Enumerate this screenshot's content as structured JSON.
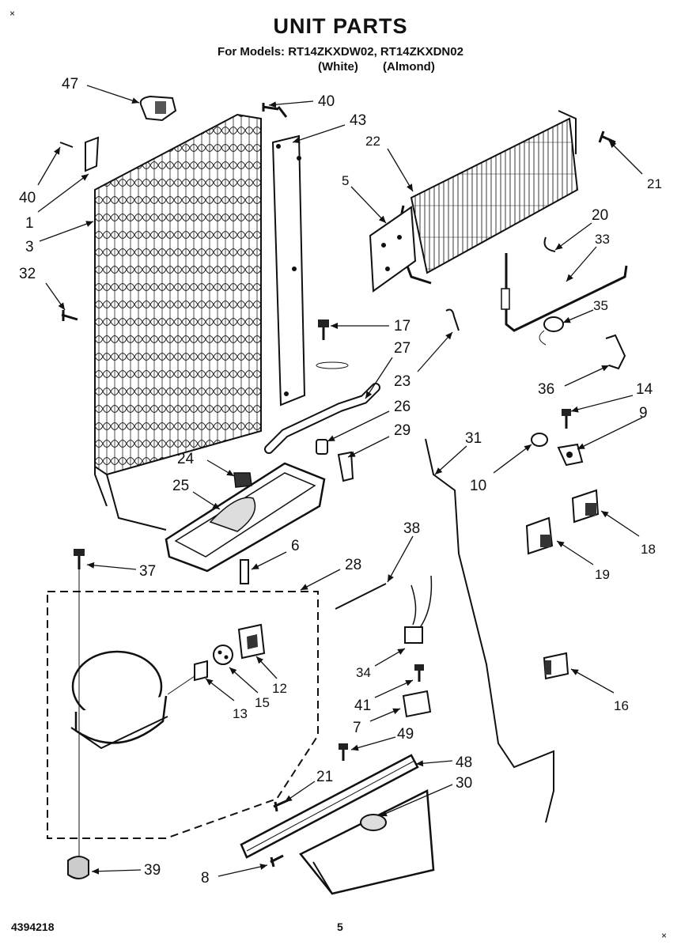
{
  "header": {
    "title": "UNIT PARTS",
    "models": "For Models: RT14ZKXDW02, RT14ZKXDN02",
    "color_white": "(White)",
    "color_almond": "(Almond)"
  },
  "footer": {
    "doc_number": "4394218",
    "page_number": "5",
    "mark_top": "×",
    "mark_bottom": "×"
  },
  "parts": [
    {
      "id": "p47",
      "label": "47"
    },
    {
      "id": "p40a",
      "label": "40"
    },
    {
      "id": "p43",
      "label": "43"
    },
    {
      "id": "p40b",
      "label": "40"
    },
    {
      "id": "p1",
      "label": "1"
    },
    {
      "id": "p3",
      "label": "3"
    },
    {
      "id": "p32",
      "label": "32"
    },
    {
      "id": "p22",
      "label": "22"
    },
    {
      "id": "p5",
      "label": "5"
    },
    {
      "id": "p21a",
      "label": "21"
    },
    {
      "id": "p20",
      "label": "20"
    },
    {
      "id": "p33",
      "label": "33"
    },
    {
      "id": "p35",
      "label": "35"
    },
    {
      "id": "p17",
      "label": "17"
    },
    {
      "id": "p27",
      "label": "27"
    },
    {
      "id": "p23",
      "label": "23"
    },
    {
      "id": "p36",
      "label": "36"
    },
    {
      "id": "p14",
      "label": "14"
    },
    {
      "id": "p9",
      "label": "9"
    },
    {
      "id": "p26",
      "label": "26"
    },
    {
      "id": "p29",
      "label": "29"
    },
    {
      "id": "p31",
      "label": "31"
    },
    {
      "id": "p10",
      "label": "10"
    },
    {
      "id": "p24",
      "label": "24"
    },
    {
      "id": "p25",
      "label": "25"
    },
    {
      "id": "p6",
      "label": "6"
    },
    {
      "id": "p38",
      "label": "38"
    },
    {
      "id": "p18",
      "label": "18"
    },
    {
      "id": "p19",
      "label": "19"
    },
    {
      "id": "p37",
      "label": "37"
    },
    {
      "id": "p28",
      "label": "28"
    },
    {
      "id": "p12",
      "label": "12"
    },
    {
      "id": "p15",
      "label": "15"
    },
    {
      "id": "p13",
      "label": "13"
    },
    {
      "id": "p34",
      "label": "34"
    },
    {
      "id": "p16",
      "label": "16"
    },
    {
      "id": "p41",
      "label": "41"
    },
    {
      "id": "p7",
      "label": "7"
    },
    {
      "id": "p49",
      "label": "49"
    },
    {
      "id": "p48",
      "label": "48"
    },
    {
      "id": "p21b",
      "label": "21"
    },
    {
      "id": "p30",
      "label": "30"
    },
    {
      "id": "p39",
      "label": "39"
    },
    {
      "id": "p8",
      "label": "8"
    }
  ]
}
